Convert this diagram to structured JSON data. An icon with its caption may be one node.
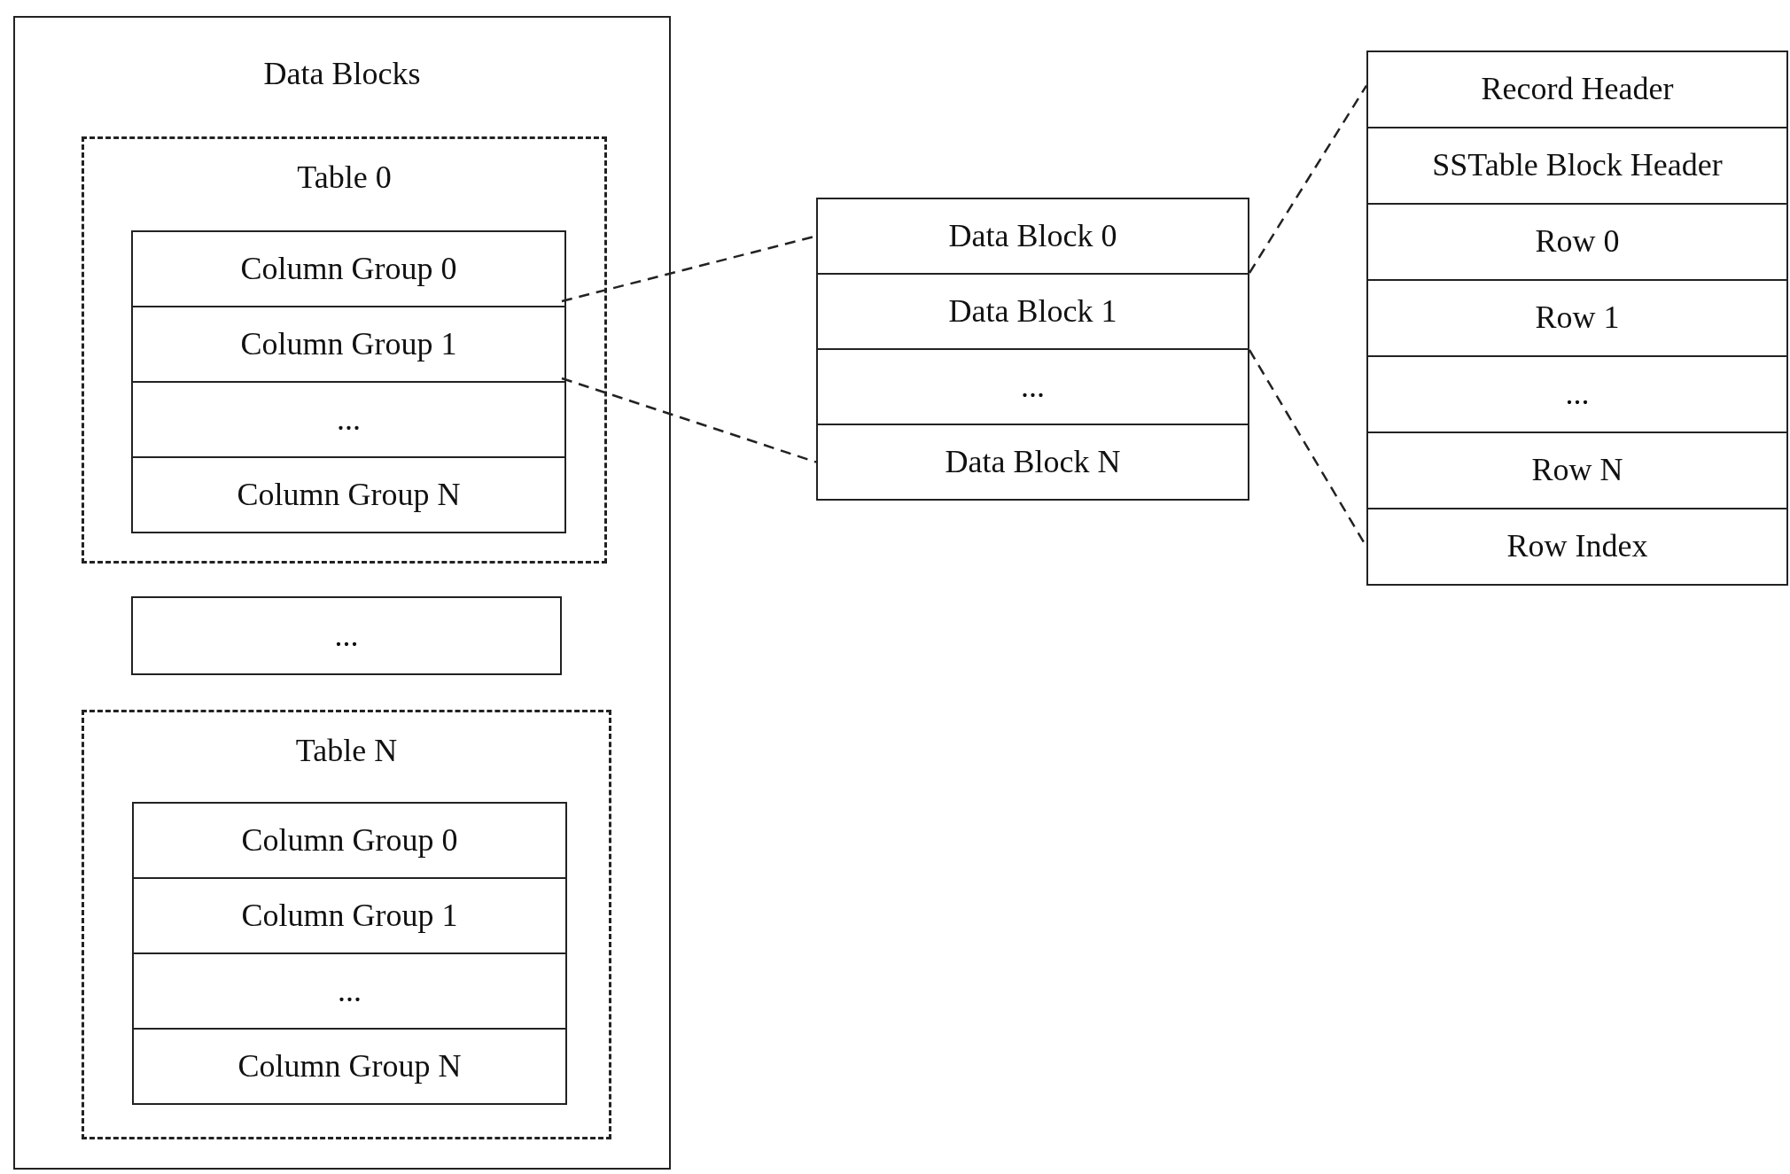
{
  "diagram": {
    "nodes": [
      {
        "text": [
          "Data Blocks"
        ]
      },
      {
        "text": [
          "Table 0"
        ],
        "in": 0
      },
      {
        "text": [
          "Column Group 0"
        ],
        "in": 1
      },
      {
        "text": [
          "Column Group 1"
        ],
        "in": 1
      },
      {
        "text": [
          "..."
        ],
        "in": 1
      },
      {
        "text": [
          "Column Group N"
        ],
        "in": 1
      },
      {
        "text": [
          "..."
        ],
        "in": 0
      },
      {
        "text": [
          "Table N"
        ],
        "in": 0
      },
      {
        "text": [
          "Column Group 0"
        ],
        "in": 7
      },
      {
        "text": [
          "Column Group 1"
        ],
        "in": 7
      },
      {
        "text": [
          "..."
        ],
        "in": 7
      },
      {
        "text": [
          "Column Group N"
        ],
        "in": 7
      },
      {
        "text": [
          "Data Block 0"
        ]
      },
      {
        "text": [
          "Data Block 1"
        ]
      },
      {
        "text": [
          "..."
        ]
      },
      {
        "text": [
          "Data Block N"
        ]
      },
      {
        "text": [
          "Record Header"
        ]
      },
      {
        "text": [
          "SSTable Block Header"
        ]
      },
      {
        "text": [
          "Row 0"
        ]
      },
      {
        "text": [
          "Row 1"
        ]
      },
      {
        "text": [
          "..."
        ]
      },
      {
        "text": [
          "Row N"
        ]
      },
      {
        "text": [
          "Row Index"
        ]
      }
    ],
    "edges": [
      {
        "from": 3,
        "to": 12,
        "arrow": "none",
        "style": "dashed"
      },
      {
        "from": 3,
        "to": 15,
        "arrow": "none",
        "style": "dashed"
      },
      {
        "from": 13,
        "to": 16,
        "arrow": "none",
        "style": "dashed"
      },
      {
        "from": 13,
        "to": 22,
        "arrow": "none",
        "style": "dashed"
      }
    ]
  }
}
